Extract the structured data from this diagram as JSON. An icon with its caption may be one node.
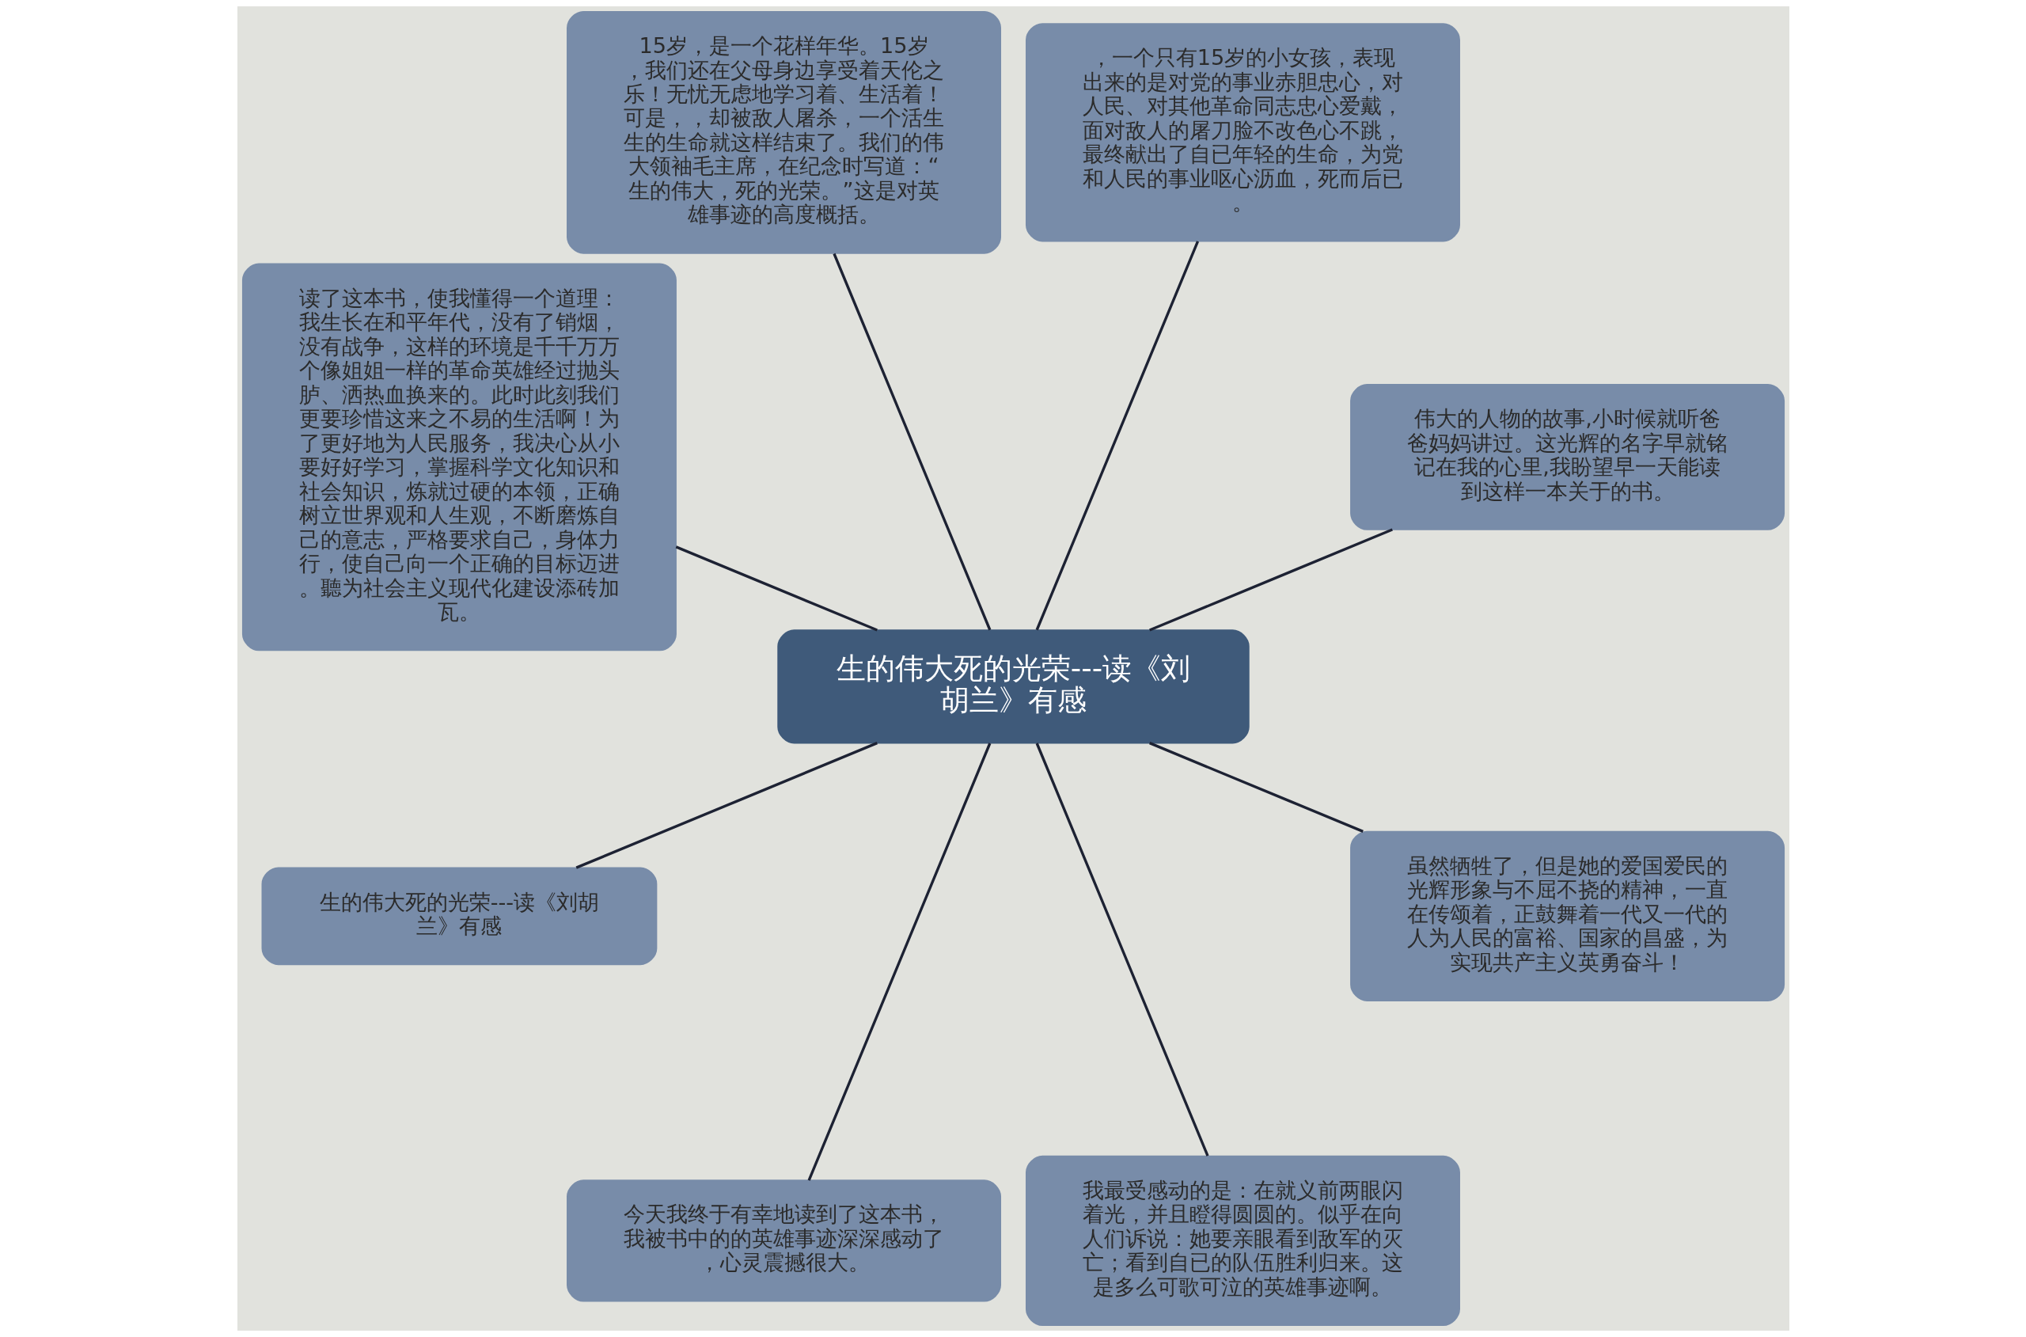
{
  "diagram": {
    "nodes": [
      {
        "text": [
          "生的伟大死的光荣---读《刘胡兰》有感"
        ]
      },
      {
        "text": [
          "伟大的人物的故事,小时候就听爸爸妈妈讲过。这光辉的名字早就铭记在我的心里,我盼望早一天能读到这样一本关于的书。"
        ]
      },
      {
        "text": [
          "，一个只有15岁的小女孩，表现出来的是对党的事业赤胆忠心，对人民、对其他革命同志忠心爱戴，面对敌人的屠刀脸不改色心不跳，最终献出了自已年轻的生命，为党和人民的事业呕心沥血，死而后已。"
        ]
      },
      {
        "text": [
          "15岁，是一个花样年华。15岁，我们还在父母身边享受着天伦之乐！无忧无虑地学习着、生活着！可是，，却被敌人屠杀，一个活生生的生命就这样结束了。我们的伟大领袖毛主席，在纪念时写道：“生的伟大，死的光荣。”这是对英雄事迹的高度概括。"
        ]
      },
      {
        "text": [
          "读了这本书，使我懂得一个道理：我生长在和平年代，没有了销烟，没有战争，这样的环境是千千万万个像姐姐一样的革命英雄经过抛头胪、洒热血换来的。此时此刻我们更要珍惜这来之不易的生活啊！为了更好地为人民服务，我决心从小要好好学习，掌握科学文化知识和社会知识，炼就过硬的本领，正确树立世界观和人生观，不断磨炼自己的意志，严格要求自己，身体力行，使自己向一个正确的目标迈进。聽为社会主义现代化建设添砖加瓦。"
        ]
      },
      {
        "text": [
          "生的伟大死的光荣---读《刘胡兰》有感"
        ]
      },
      {
        "text": [
          "今天我终于有幸地读到了这本书，我被书中的的英雄事迹深深感动了，心灵震撼很大。"
        ]
      },
      {
        "text": [
          "我最受感动的是：在就义前两眼闪着光，并且瞪得圆圆的。似乎在向人们诉说：她要亲眼看到敌军的灭亡；看到自已的队伍胜利归来。这是多么可歌可泣的英雄事迹啊。"
        ]
      },
      {
        "text": [
          "虽然牺牲了，但是她的爱国爱民的光辉形象与不屈不挠的精神，一直在传颂着，正鼓舞着一代又一代的人为人民的富裕、国家的昌盛，为实现共产主义英勇奋斗！"
        ]
      }
    ],
    "edges": [
      {
        "from": 0,
        "to": 1,
        "arrow": "none"
      },
      {
        "from": 0,
        "to": 2,
        "arrow": "none"
      },
      {
        "from": 0,
        "to": 3,
        "arrow": "none"
      },
      {
        "from": 0,
        "to": 4,
        "arrow": "none"
      },
      {
        "from": 0,
        "to": 5,
        "arrow": "none"
      },
      {
        "from": 0,
        "to": 6,
        "arrow": "none"
      },
      {
        "from": 0,
        "to": 7,
        "arrow": "none"
      },
      {
        "from": 0,
        "to": 8,
        "arrow": "none"
      }
    ]
  }
}
